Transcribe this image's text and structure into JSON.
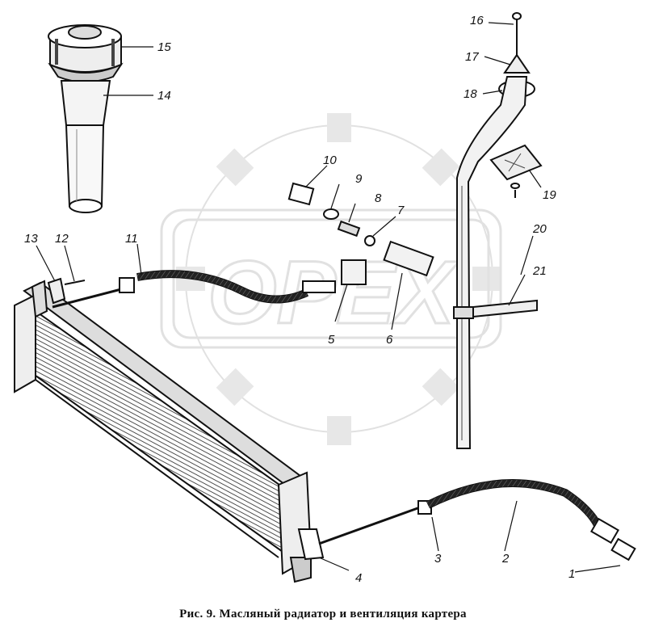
{
  "figure": {
    "caption": "Рис. 9. Масляный радиатор и вентиляция картера"
  },
  "watermark": {
    "text": "OPEX"
  },
  "callouts": [
    {
      "id": "c1",
      "label": "1"
    },
    {
      "id": "c2",
      "label": "2"
    },
    {
      "id": "c3",
      "label": "3"
    },
    {
      "id": "c4",
      "label": "4"
    },
    {
      "id": "c5",
      "label": "5"
    },
    {
      "id": "c6",
      "label": "6"
    },
    {
      "id": "c7",
      "label": "7"
    },
    {
      "id": "c8",
      "label": "8"
    },
    {
      "id": "c9",
      "label": "9"
    },
    {
      "id": "c10",
      "label": "10"
    },
    {
      "id": "c11",
      "label": "11"
    },
    {
      "id": "c12",
      "label": "12"
    },
    {
      "id": "c13",
      "label": "13"
    },
    {
      "id": "c14",
      "label": "14"
    },
    {
      "id": "c15",
      "label": "15"
    },
    {
      "id": "c16",
      "label": "16"
    },
    {
      "id": "c17",
      "label": "17"
    },
    {
      "id": "c18",
      "label": "18"
    },
    {
      "id": "c19",
      "label": "19"
    },
    {
      "id": "c20",
      "label": "20"
    },
    {
      "id": "c21",
      "label": "21"
    }
  ]
}
